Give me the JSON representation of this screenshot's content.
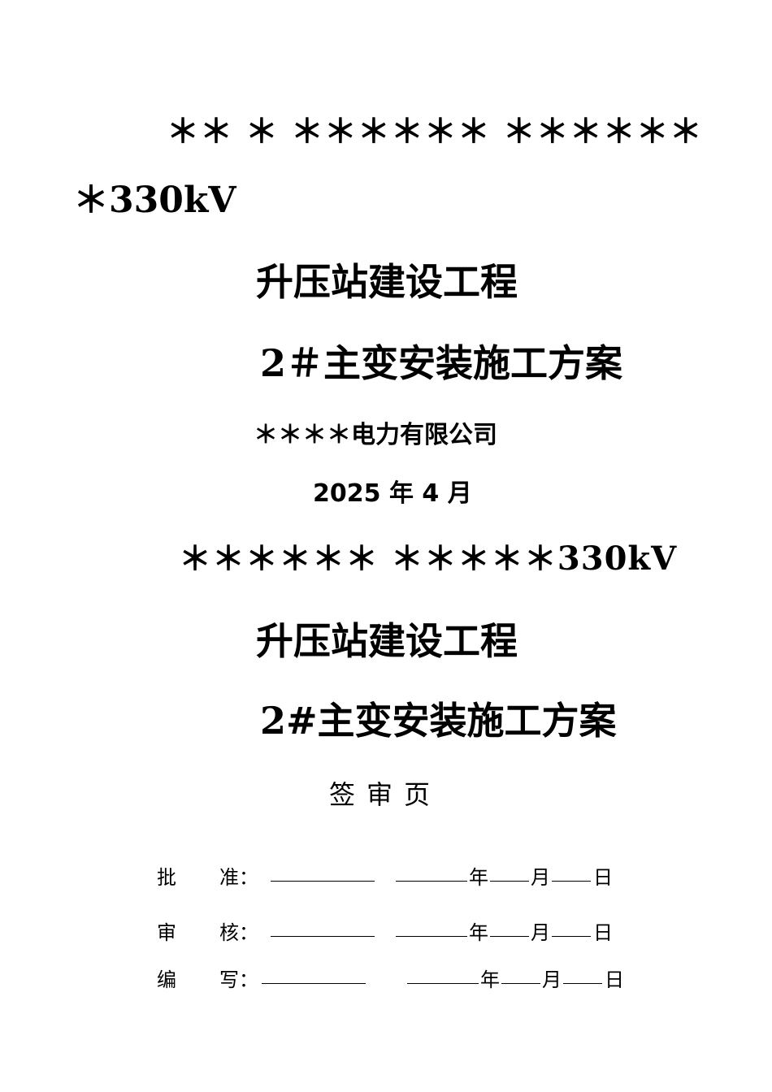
{
  "cover": {
    "line1": "＊＊ ＊ ＊＊＊＊＊＊ ＊＊＊＊＊＊",
    "line2": "＊330kV",
    "line3": "升压站建设工程",
    "line4": "2＃主变安装施工方案",
    "company": "＊＊＊＊电力有限公司",
    "date": "2025 年 4 月"
  },
  "signoff": {
    "line1": "＊＊＊＊＊＊ ＊＊＊＊＊330kV",
    "line2": "升压站建设工程",
    "line3": "2#主变安装施工方案",
    "page_title": "签审页",
    "rows": [
      {
        "label_a": "批",
        "label_b": "准：",
        "year": "年",
        "month": "月",
        "day": "日"
      },
      {
        "label_a": "审",
        "label_b": "核：",
        "year": "年",
        "month": "月",
        "day": "日"
      },
      {
        "label_a": "编",
        "label_b": "写：",
        "year": "年",
        "month": "月",
        "day": "日"
      }
    ]
  }
}
